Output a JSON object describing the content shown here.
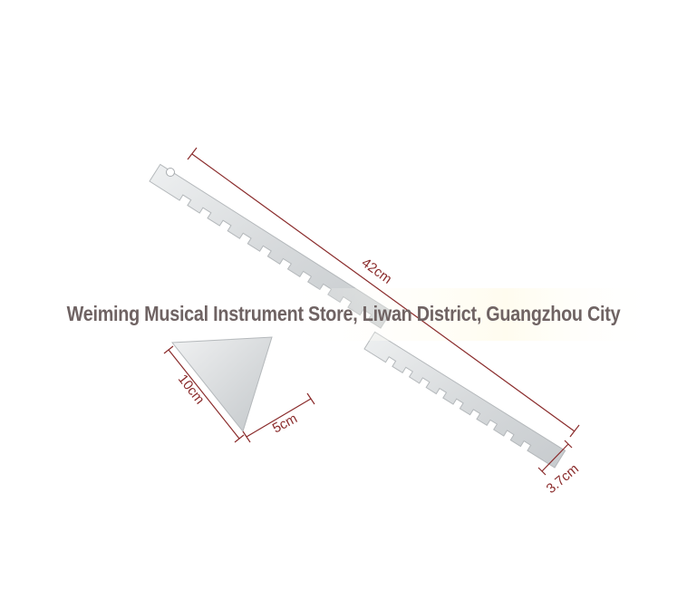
{
  "product": {
    "watermark": "Weiming Musical Instrument Store, Liwan District, Guangzhou City",
    "dimensions": {
      "ruler_length": "42cm",
      "ruler_width": "3.7cm",
      "triangle_height": "10cm",
      "triangle_base": "5cm"
    }
  },
  "colors": {
    "metal": "#d9dbdd",
    "metal_edge": "#b4b8bb",
    "dimension_line": "#8a2b2b",
    "watermark": "#6f6363"
  }
}
